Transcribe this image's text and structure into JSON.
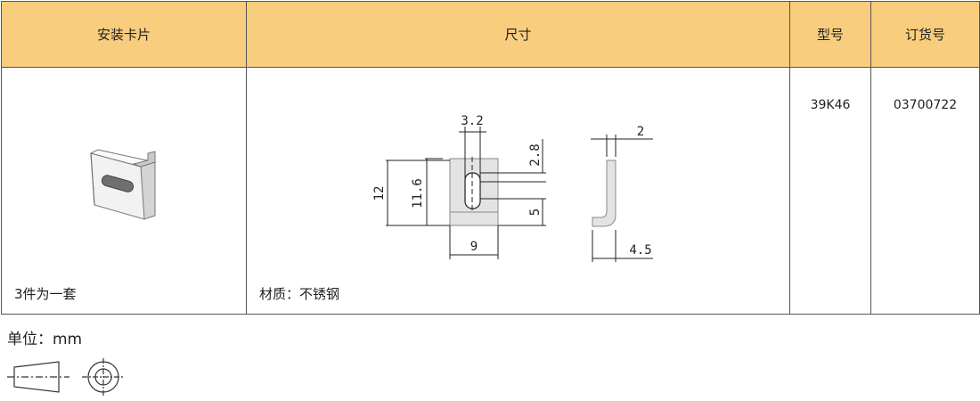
{
  "headers": {
    "product": "安装卡片",
    "dimensions": "尺寸",
    "model": "型号",
    "order_no": "订货号"
  },
  "row": {
    "quantity_note": "3件为一套",
    "material_note": "材质：不锈钢",
    "model": "39K46",
    "order_no": "03700722"
  },
  "drawing_dims": {
    "slot_width": "3.2",
    "slot_top_offset": "2.8",
    "height_outer": "12",
    "height_inner": "11.6",
    "bottom_offset": "5",
    "width": "9",
    "thickness": "2",
    "flange": "4.5"
  },
  "unit_label": "单位：mm",
  "colors": {
    "header_bg": "#f8cd7d",
    "part_fill": "#e3e3e3",
    "border": "#555555"
  }
}
